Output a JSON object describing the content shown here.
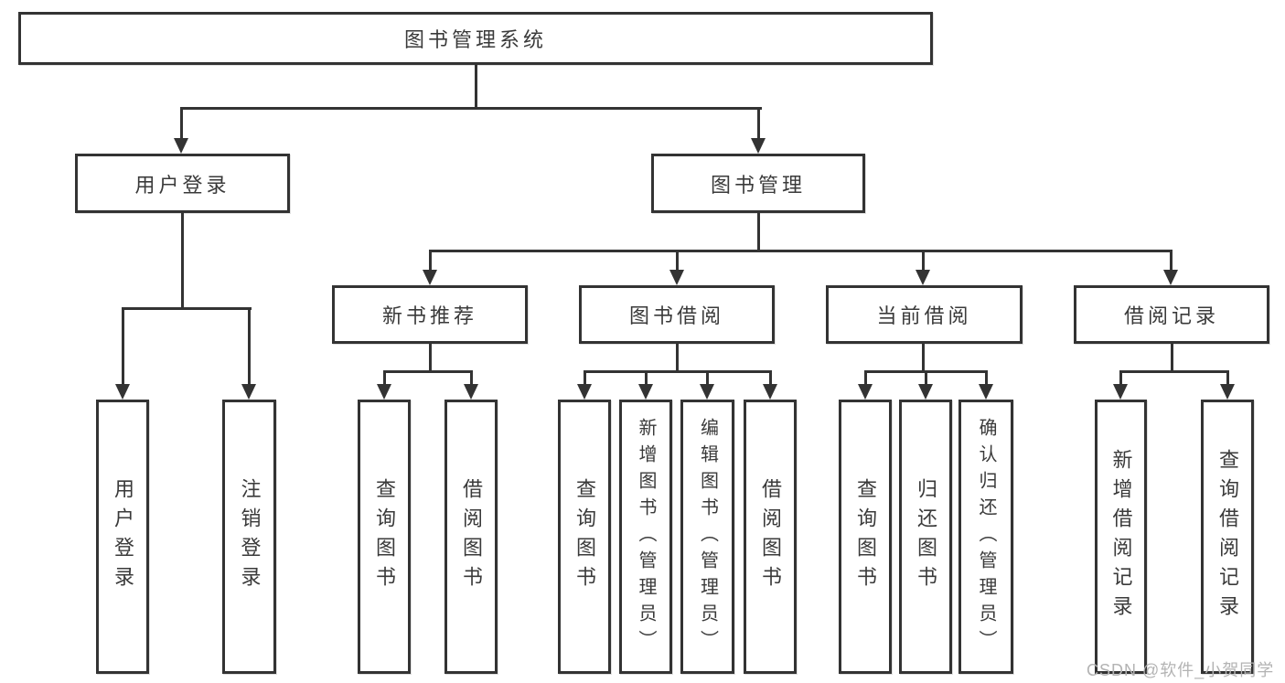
{
  "watermark": "CSDN @软件_小贺同学",
  "colors": {
    "line": "#333333",
    "box_background": "#ffffff",
    "text": "#3a3a3a",
    "watermark": "#b3b3b3"
  },
  "nodes": {
    "root": "图书管理系统",
    "user_login": "用户登录",
    "book_mgmt": "图书管理",
    "new_book_rec": "新书推荐",
    "book_borrow": "图书借阅",
    "current_borrow": "当前借阅",
    "borrow_records": "借阅记录",
    "leaf_user_login": "用户登录",
    "leaf_logout_login": "注销登录",
    "leaf_query_book_a": "查询图书",
    "leaf_borrow_book_a": "借阅图书",
    "leaf_query_book_b": "查询图书",
    "leaf_add_book_admin": "新增图书（管理员）",
    "leaf_edit_book_admin": "编辑图书（管理员）",
    "leaf_borrow_book_b": "借阅图书",
    "leaf_query_book_c": "查询图书",
    "leaf_return_book": "归还图书",
    "leaf_confirm_return_admin": "确认归还（管理员）",
    "leaf_add_borrow_record": "新增借阅记录",
    "leaf_query_borrow_record": "查询借阅记录"
  }
}
